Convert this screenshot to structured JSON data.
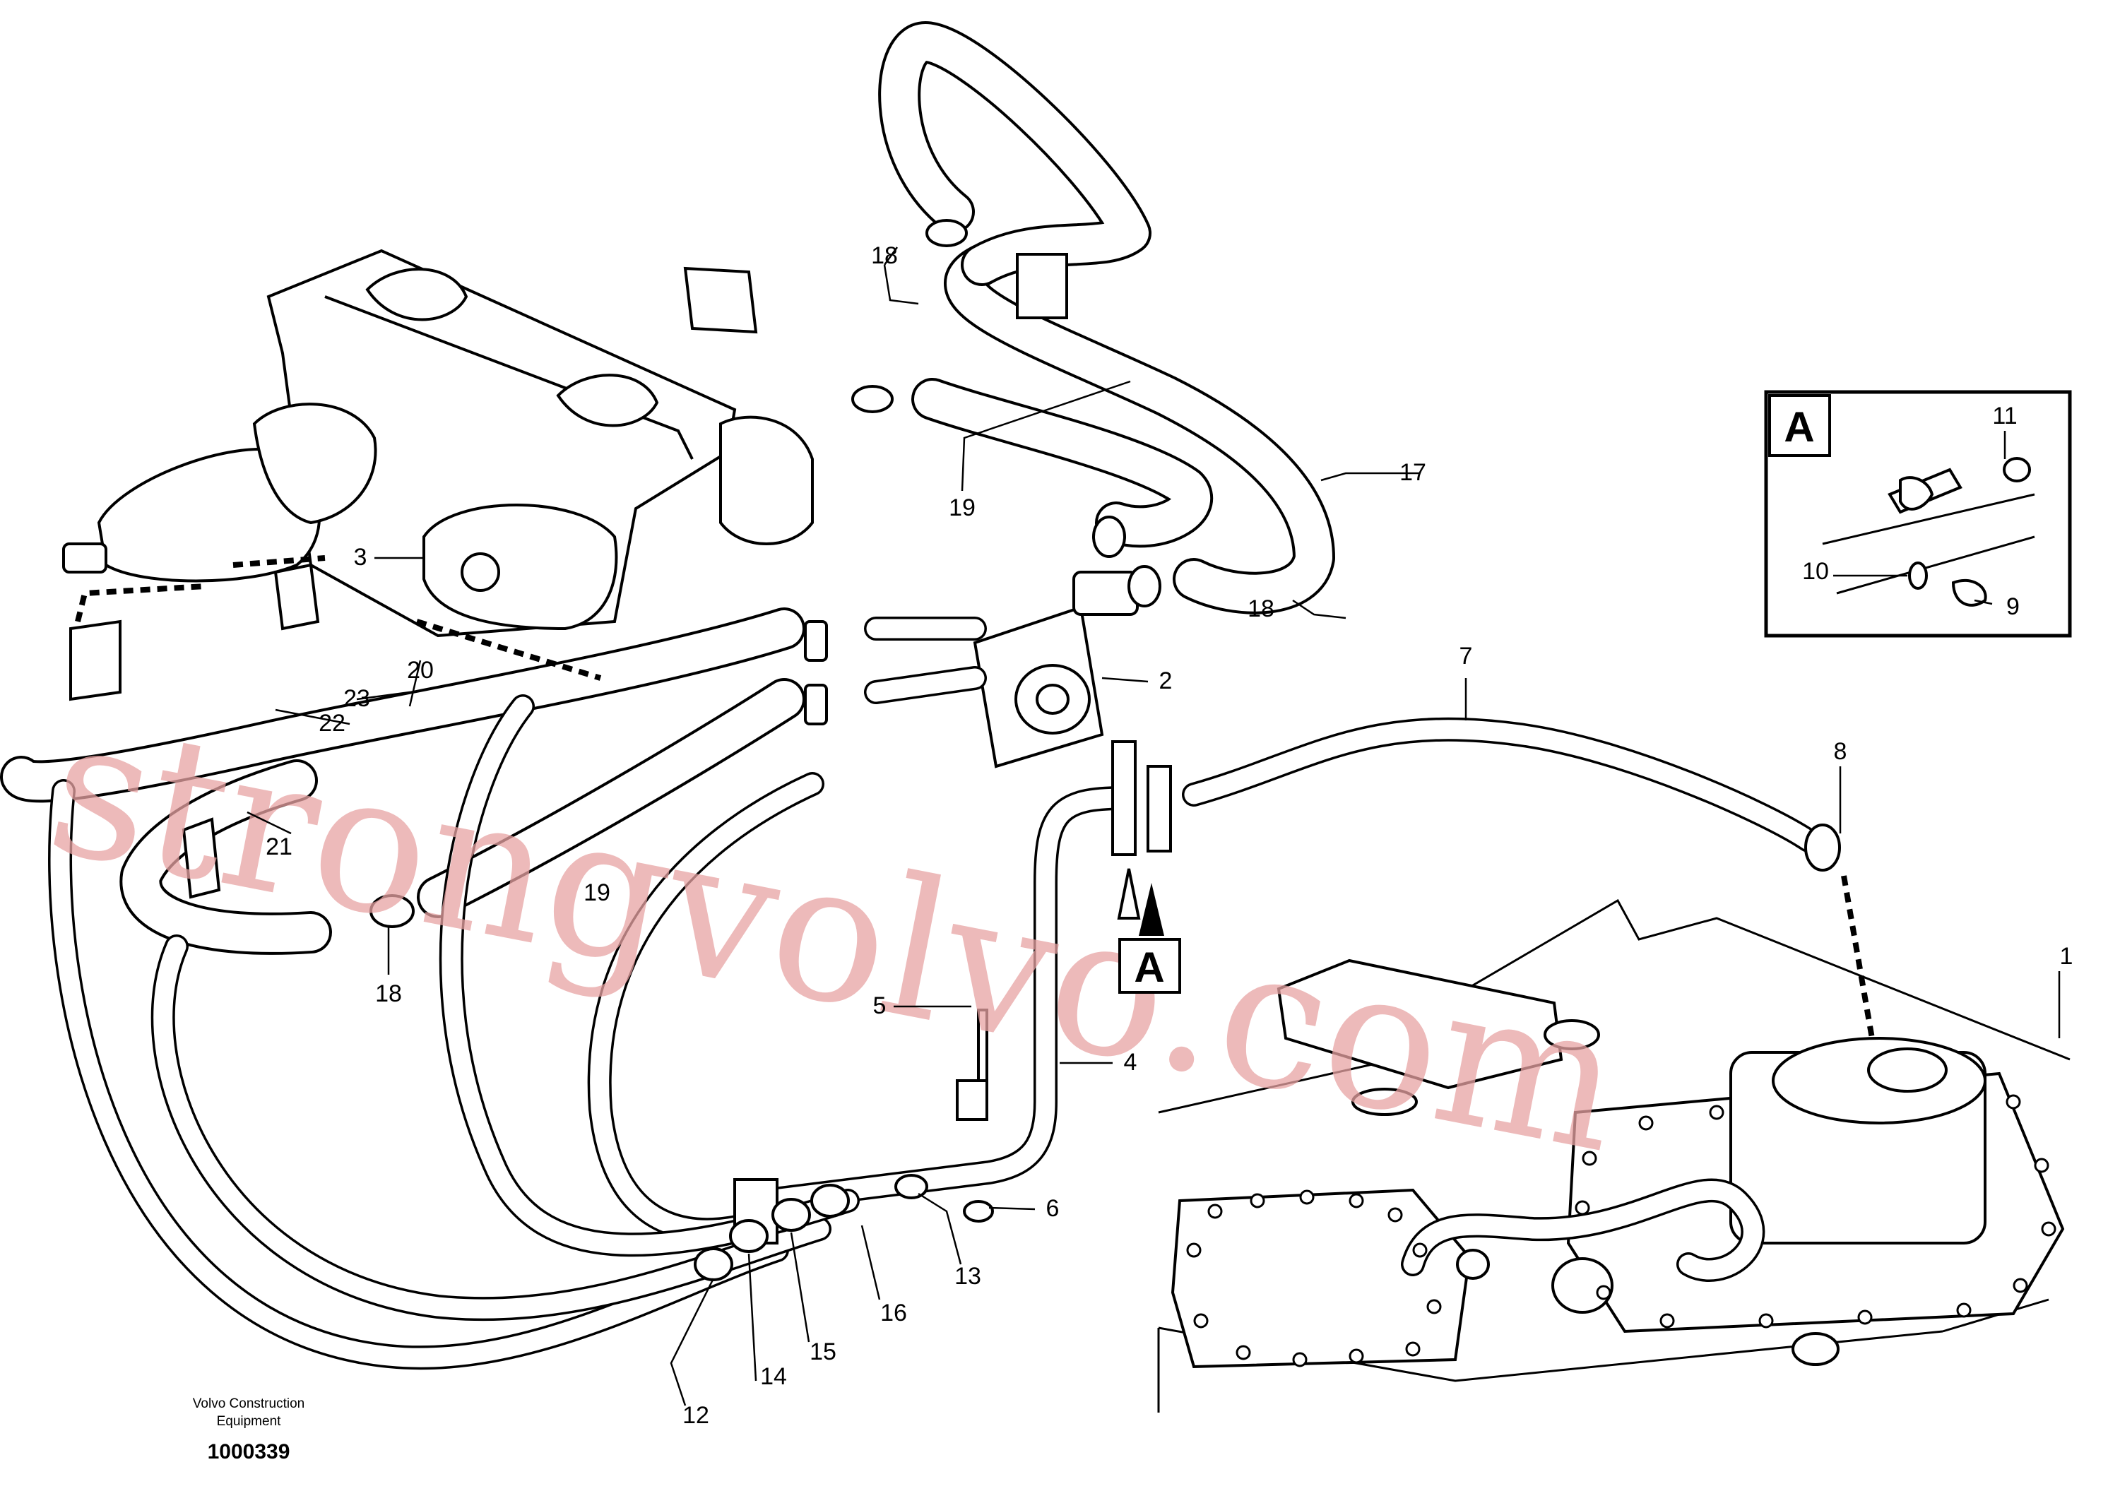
{
  "detail_box": {
    "label": "A",
    "callouts": [
      "11",
      "10",
      "9"
    ]
  },
  "view_marker": {
    "label": "A"
  },
  "callouts": [
    "1",
    "2",
    "3",
    "4",
    "5",
    "6",
    "7",
    "8",
    "12",
    "13",
    "14",
    "15",
    "16",
    "17",
    "18",
    "18",
    "18",
    "19",
    "19",
    "20",
    "21",
    "22",
    "23"
  ],
  "credit": {
    "line1": "Volvo Construction",
    "line2": "Equipment"
  },
  "document_number": "1000339",
  "watermark": "strongvolvo.com"
}
